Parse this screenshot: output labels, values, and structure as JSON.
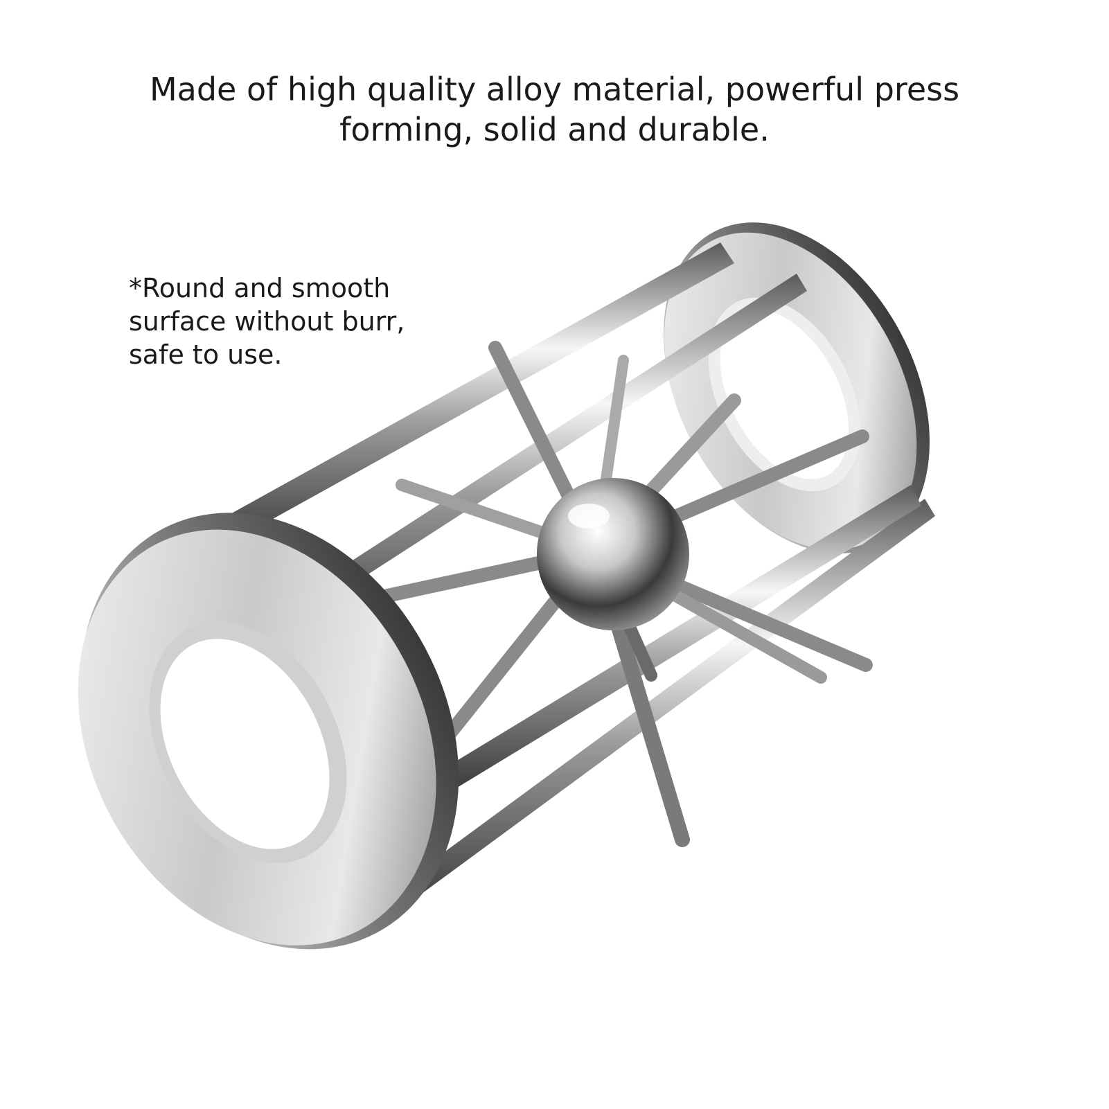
{
  "headline": {
    "line1": "Made of high quality alloy material, powerful press",
    "line2": "forming, solid and durable."
  },
  "feature": {
    "line1": "*Round and smooth",
    "line2": "surface without burr,",
    "line3": "safe to use."
  },
  "product": {
    "icon": "metal-cage-puzzle-icon",
    "colors": {
      "metal_light": "#f4f4f4",
      "metal_mid": "#b8b8b8",
      "metal_dark": "#4a4a4a",
      "background": "#ffffff",
      "text": "#1a1a1a"
    }
  }
}
